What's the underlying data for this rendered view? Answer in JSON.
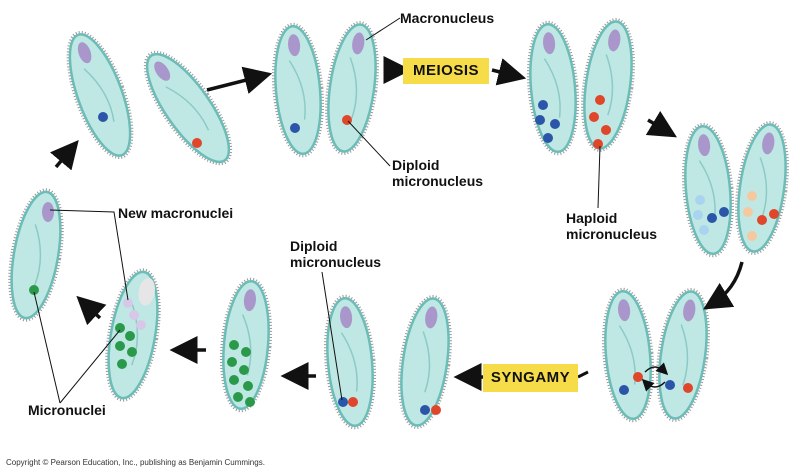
{
  "labels": {
    "macronucleus": "Macronucleus",
    "diploid_top_1": "Diploid",
    "diploid_top_2": "micronucleus",
    "meiosis": "MEIOSIS",
    "haploid_1": "Haploid",
    "haploid_2": "micronucleus",
    "syngamy": "SYNGAMY",
    "diploid_bottom_1": "Diploid",
    "diploid_bottom_2": "micronucleus",
    "new_macronuclei": "New macronuclei",
    "micronuclei": "Micronuclei"
  },
  "copyright": "Copyright © Pearson Education, Inc., publishing as Benjamin Cummings.",
  "colors": {
    "cell": "#bfe8e4",
    "macronucleus": "#a997cc",
    "blue": "#2a55a8",
    "red": "#e0462a",
    "green": "#2a9a4a",
    "highlight": "#f7dc4a"
  }
}
